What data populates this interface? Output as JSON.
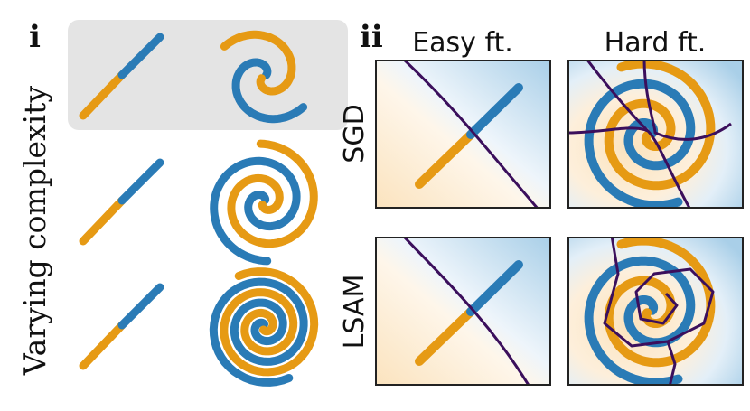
{
  "panel_i": {
    "letter": "i",
    "side_label": "Varying complexity",
    "rows": [
      {
        "name": "row-1",
        "highlighted": true,
        "spiral_turns": 0.8
      },
      {
        "name": "row-2",
        "highlighted": false,
        "spiral_turns": 1.6
      },
      {
        "name": "row-3",
        "highlighted": false,
        "spiral_turns": 2.6
      }
    ]
  },
  "panel_ii": {
    "letter": "ii",
    "column_labels": [
      "Easy ft.",
      "Hard ft."
    ],
    "row_labels": [
      "SGD",
      "LSAM"
    ]
  },
  "colors": {
    "orange": "#E69A14",
    "blue": "#2A7BB6",
    "boundary": "#3B0F5C",
    "highlight_bg": "#E4E4E4",
    "frame": "#222222",
    "region_orange": "#FBE3BE",
    "region_blue": "#B9D7EC"
  }
}
